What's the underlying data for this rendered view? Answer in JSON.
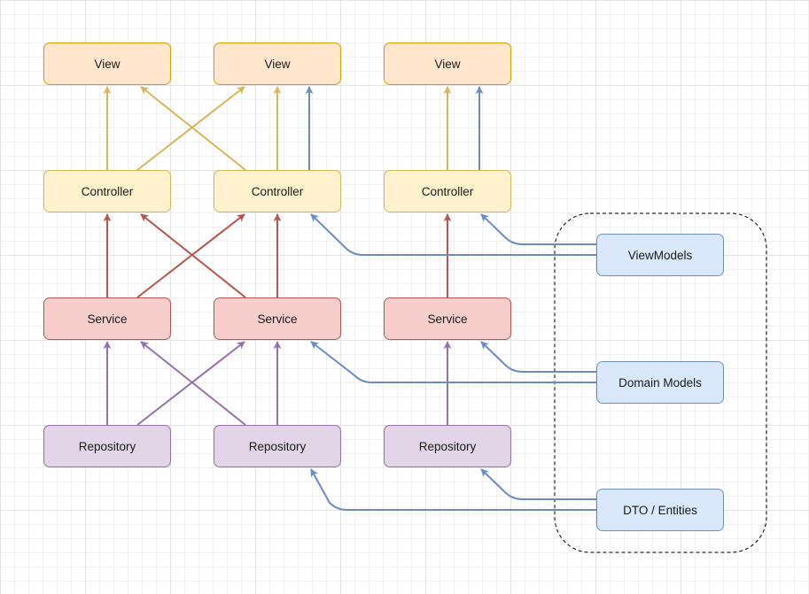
{
  "diagram": {
    "layers": {
      "views": [
        "View",
        "View",
        "View"
      ],
      "controllers": [
        "Controller",
        "Controller",
        "Controller"
      ],
      "services": [
        "Service",
        "Service",
        "Service"
      ],
      "repositories": [
        "Repository",
        "Repository",
        "Repository"
      ]
    },
    "models": {
      "viewmodels": "ViewModels",
      "domain_models": "Domain Models",
      "dto_entities": "DTO / Entities"
    },
    "colors": {
      "view_fill": "#ffe6cc",
      "view_stroke": "#d79b00",
      "controller_fill": "#fff2cc",
      "controller_stroke": "#d6b656",
      "service_fill": "#f8cecc",
      "service_stroke": "#b85450",
      "repository_fill": "#e1d5e7",
      "repository_stroke": "#9673a6",
      "model_fill": "#dae8fc",
      "model_stroke": "#6c8ebf"
    }
  }
}
